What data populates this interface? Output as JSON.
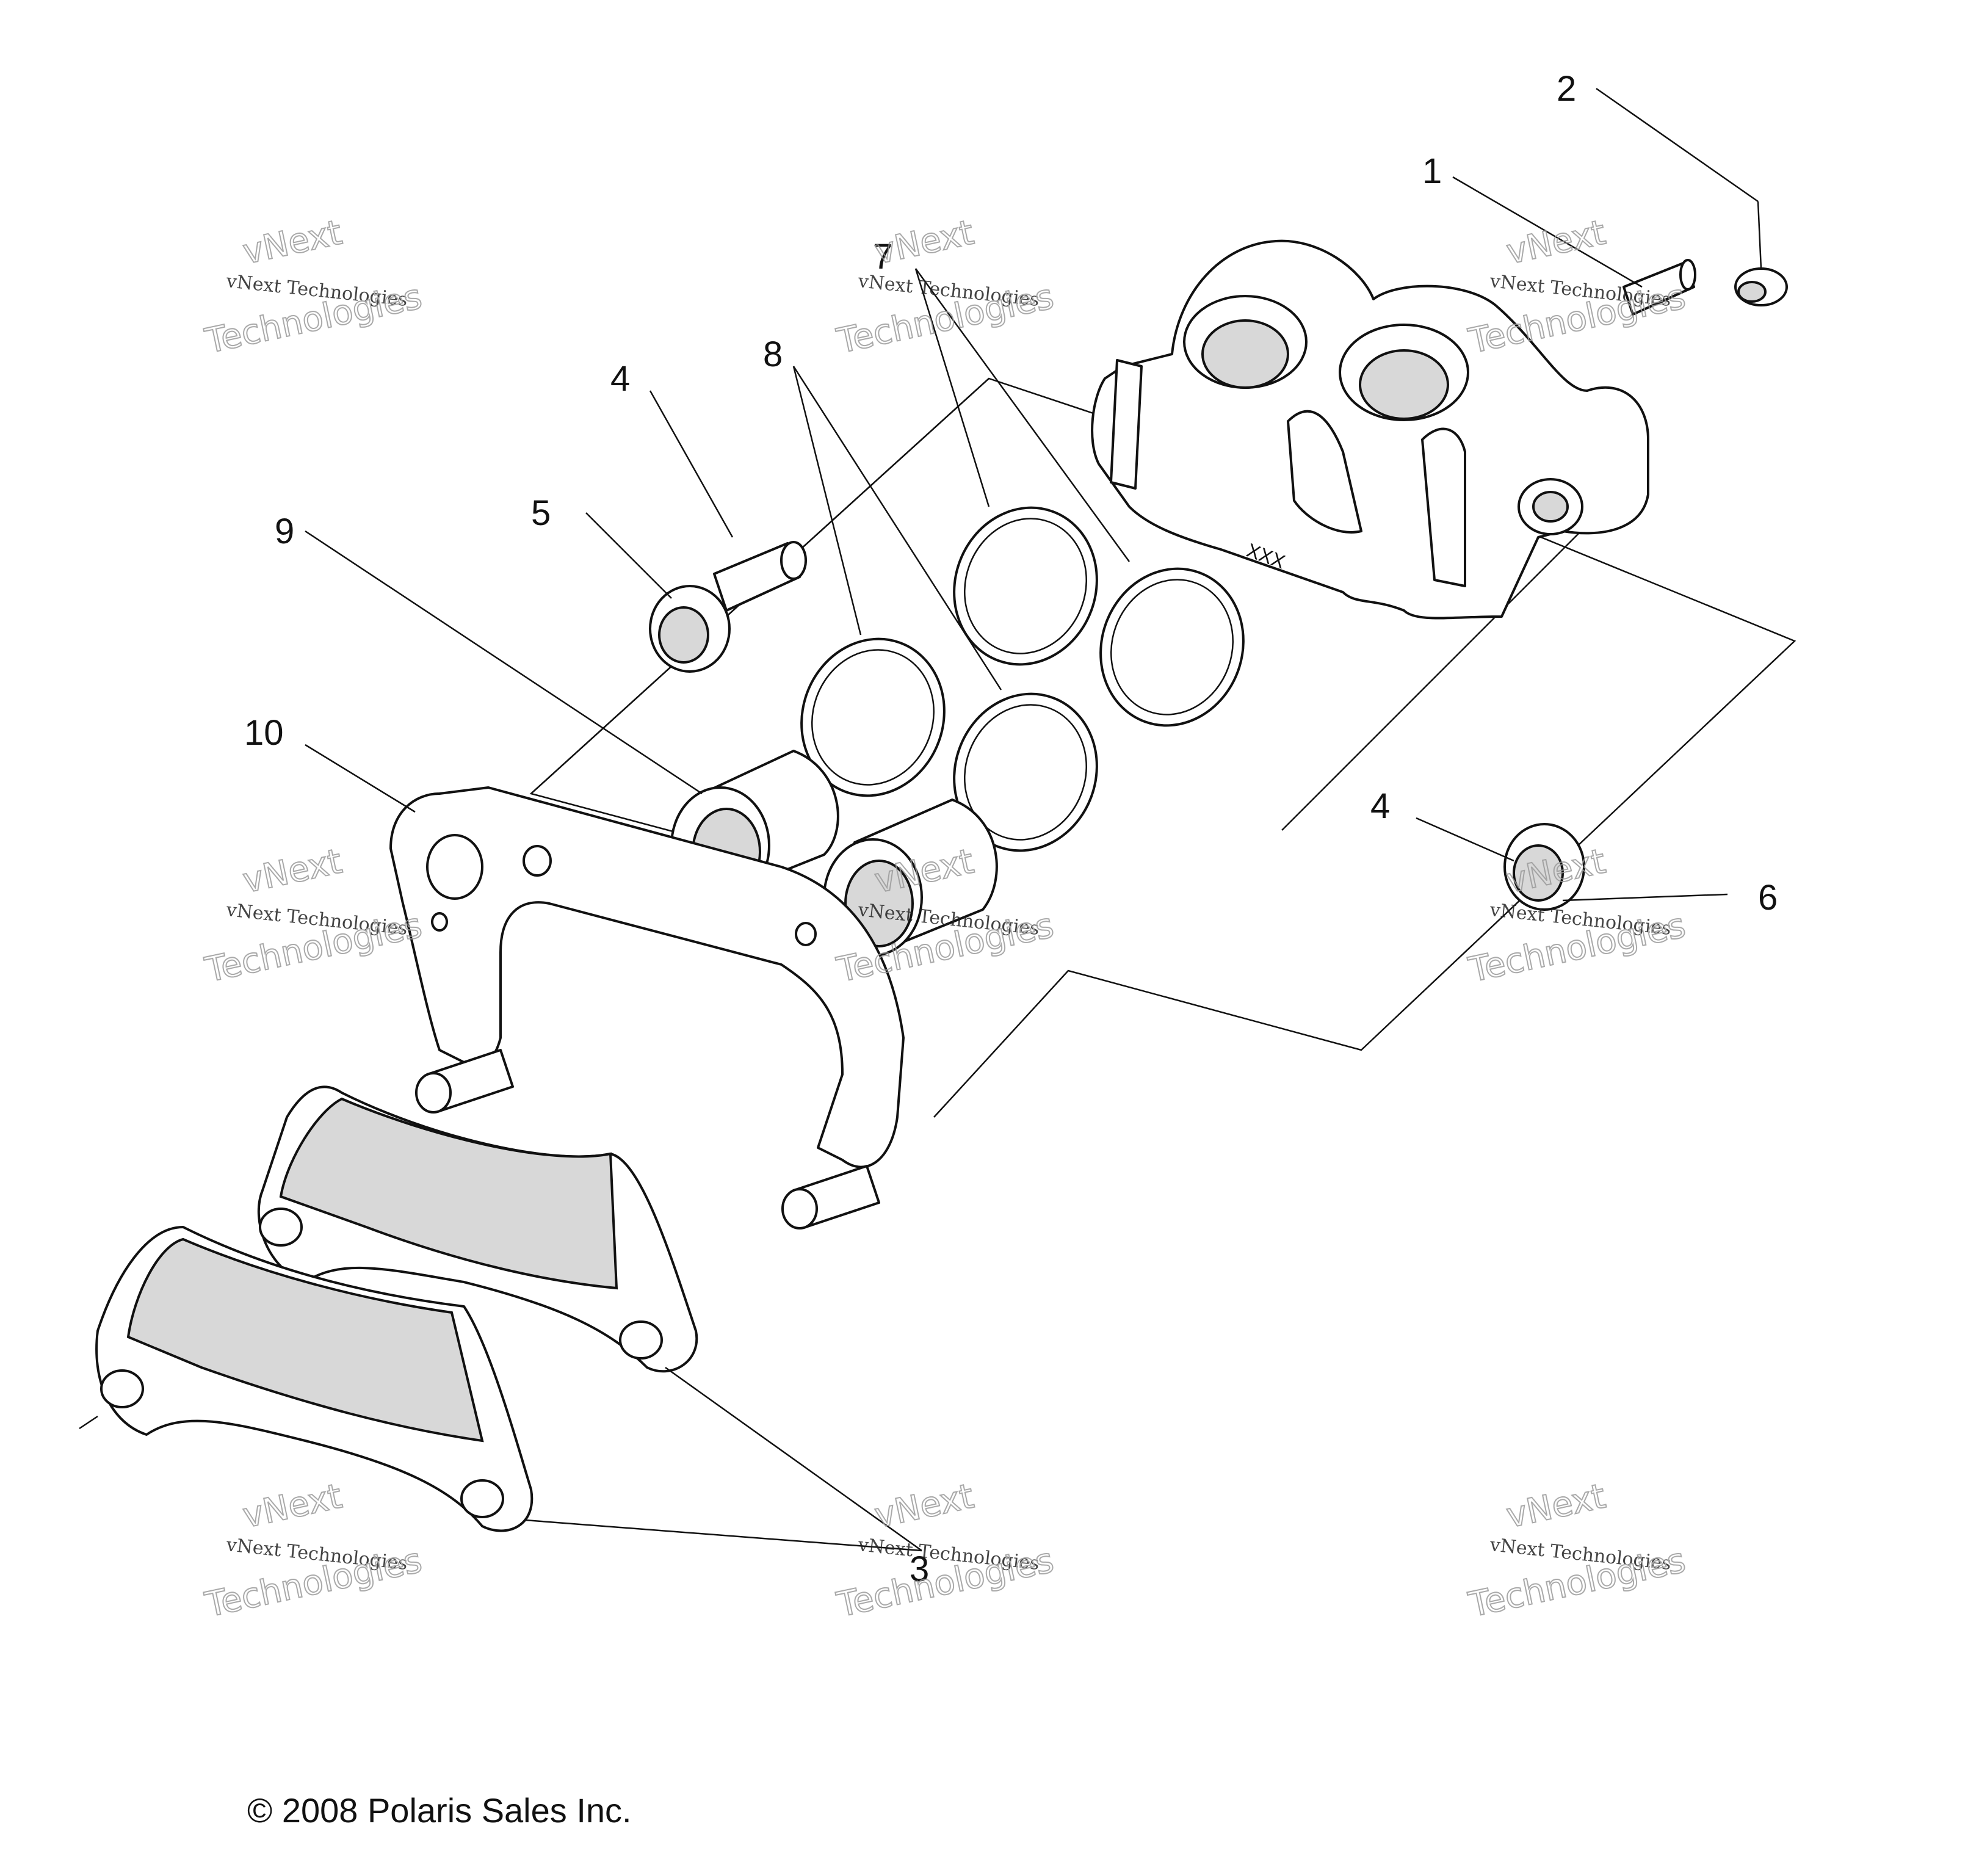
{
  "callouts": {
    "c1": "1",
    "c2": "2",
    "c3": "3",
    "c4a": "4",
    "c4b": "4",
    "c5": "5",
    "c6": "6",
    "c7": "7",
    "c8": "8",
    "c9": "9",
    "c10": "10"
  },
  "caliper_marking": "XXX",
  "watermark": {
    "line1": "vNext Technologies",
    "line2": "vNext",
    "line3": "Technologies"
  },
  "copyright": "© 2008 Polaris Sales Inc."
}
